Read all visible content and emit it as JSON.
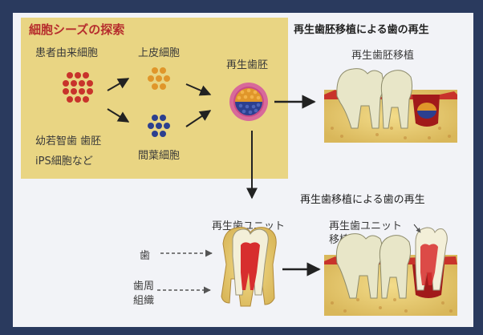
{
  "seeds": {
    "title": "細胞シーズの探索",
    "patient_cells": "患者由来細胞",
    "epithelial_cells": "上皮細胞",
    "mesenchymal_cells": "間葉細胞",
    "wisdom_tooth_germ": "幼若智歯 歯胚",
    "ips_cells": "iPS細胞など"
  },
  "germ": {
    "label": "再生歯胚",
    "heading": "再生歯胚移植による歯の再生",
    "sublabel": "再生歯胚移植"
  },
  "unit": {
    "heading": "再生歯移植による歯の再生",
    "label": "再生歯ユニット",
    "transplant_label_line1": "再生歯ユニット",
    "transplant_label_line2": "移植",
    "tooth": "歯",
    "periodontal_line1": "歯周",
    "periodontal_line2": "組織"
  },
  "colors": {
    "frame": "#2a3a5e",
    "panel": "#f2f3f7",
    "seed_box": "#e9d583",
    "red_cells": "#c8332b",
    "orange_cells": "#e0962a",
    "blue_cells": "#2c3f8f"
  }
}
